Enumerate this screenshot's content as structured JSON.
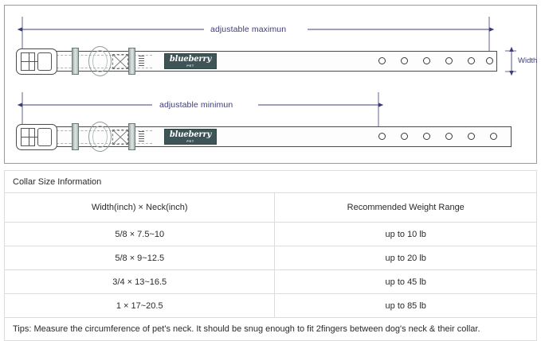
{
  "illustration": {
    "top_row": {
      "dimension_label": "adjustable maximun",
      "width_label": "Width",
      "brand_logo": {
        "word": "blueberry",
        "sub": "PET"
      },
      "hole_count": 6
    },
    "bottom_row": {
      "dimension_label": "adjustable minimun",
      "brand_logo": {
        "word": "blueberry",
        "sub": "PET"
      },
      "hole_count": 6
    },
    "accent_color": "#3c3c7d",
    "logo_color": "#3f5457"
  },
  "table": {
    "title": "Collar Size Information",
    "columns": [
      "Width(inch)  ×  Neck(inch)",
      "Recommended Weight Range"
    ],
    "rows": [
      {
        "size": "5/8 × 7.5~10",
        "weight": "up to 10 lb"
      },
      {
        "size": "5/8 × 9~12.5",
        "weight": "up to 20 lb"
      },
      {
        "size": "3/4 × 13~16.5",
        "weight": "up to 45 lb"
      },
      {
        "size": "1 × 17~20.5",
        "weight": "up to 85 lb"
      }
    ],
    "tip": "Tips: Measure the circumference of pet's neck. It should be snug enough to fit 2fingers between dog's neck & their collar."
  }
}
